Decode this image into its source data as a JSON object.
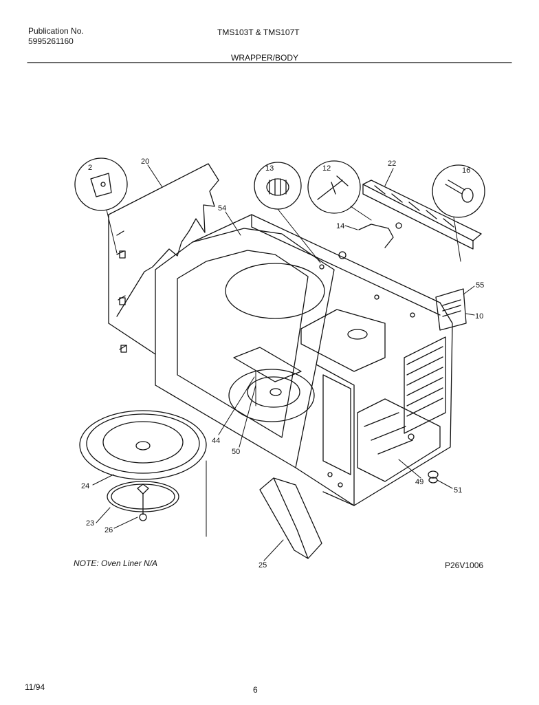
{
  "header": {
    "publication_label": "Publication No.",
    "publication_number": "5995261160",
    "model": "TMS103T & TMS107T",
    "section_title": "WRAPPER/BODY"
  },
  "callouts": [
    "2",
    "20",
    "13",
    "12",
    "22",
    "16",
    "54",
    "14",
    "55",
    "10",
    "44",
    "50",
    "24",
    "23",
    "26",
    "25",
    "49",
    "51"
  ],
  "footer": {
    "note": "NOTE: Oven Liner N/A",
    "figure_code": "P26V1006",
    "date": "11/94",
    "page": "6"
  },
  "colors": {
    "ink": "#111111",
    "paper": "#ffffff"
  }
}
